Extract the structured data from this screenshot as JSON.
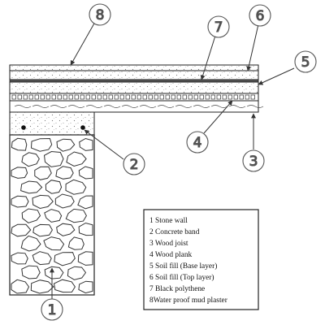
{
  "legend": {
    "items": [
      "1 Stone wall",
      "2 Concrete band",
      "3 Wood joist",
      "4 Wood plank",
      "5 Soil fill (Base layer)",
      "6 Soil fill (Top layer)",
      "7 Black polythene",
      "8Water proof mud plaster"
    ]
  },
  "callouts": [
    {
      "number": "1",
      "part": "stone-wall"
    },
    {
      "number": "2",
      "part": "concrete-band"
    },
    {
      "number": "3",
      "part": "wood-joist"
    },
    {
      "number": "4",
      "part": "wood-plank"
    },
    {
      "number": "5",
      "part": "soil-fill-base"
    },
    {
      "number": "6",
      "part": "soil-fill-top"
    },
    {
      "number": "7",
      "part": "black-polythene"
    },
    {
      "number": "8",
      "part": "waterproof-mud-plaster"
    }
  ],
  "colors": {
    "ink": "#222222",
    "callout_ink": "#4a4a4a",
    "fill_stipple": "#777777",
    "background": "#ffffff"
  }
}
